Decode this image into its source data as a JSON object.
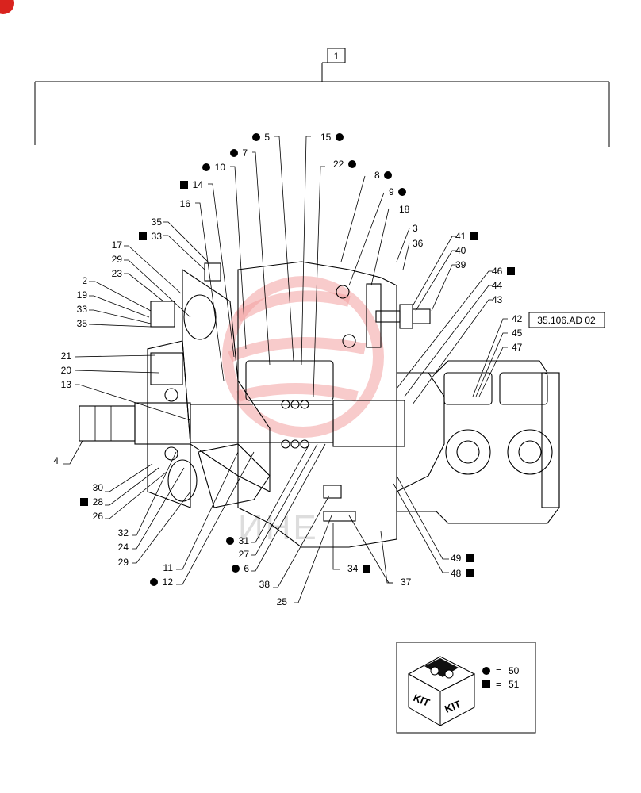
{
  "assembly_ref": "1",
  "cross_ref": "35.106.AD 02",
  "watermark_text": "ИНЕ",
  "callouts": [
    {
      "id": "5",
      "marker": "dot"
    },
    {
      "id": "15",
      "marker": "dot"
    },
    {
      "id": "7",
      "marker": "dot"
    },
    {
      "id": "10",
      "marker": "dot"
    },
    {
      "id": "22",
      "marker": "dot"
    },
    {
      "id": "14",
      "marker": "square"
    },
    {
      "id": "8",
      "marker": "dot"
    },
    {
      "id": "16",
      "marker": ""
    },
    {
      "id": "9",
      "marker": "dot"
    },
    {
      "id": "18",
      "marker": ""
    },
    {
      "id": "35",
      "marker": ""
    },
    {
      "id": "3",
      "marker": ""
    },
    {
      "id": "33",
      "marker": "square"
    },
    {
      "id": "36",
      "marker": ""
    },
    {
      "id": "41",
      "marker": "square"
    },
    {
      "id": "17",
      "marker": ""
    },
    {
      "id": "40",
      "marker": ""
    },
    {
      "id": "29",
      "marker": ""
    },
    {
      "id": "39",
      "marker": ""
    },
    {
      "id": "2",
      "marker": ""
    },
    {
      "id": "23",
      "marker": ""
    },
    {
      "id": "46",
      "marker": "square"
    },
    {
      "id": "44",
      "marker": ""
    },
    {
      "id": "19",
      "marker": ""
    },
    {
      "id": "43",
      "marker": ""
    },
    {
      "id": "33",
      "marker": ""
    },
    {
      "id": "35",
      "marker": ""
    },
    {
      "id": "42",
      "marker": ""
    },
    {
      "id": "45",
      "marker": ""
    },
    {
      "id": "47",
      "marker": ""
    },
    {
      "id": "21",
      "marker": ""
    },
    {
      "id": "20",
      "marker": ""
    },
    {
      "id": "13",
      "marker": ""
    },
    {
      "id": "4",
      "marker": ""
    },
    {
      "id": "30",
      "marker": ""
    },
    {
      "id": "28",
      "marker": "square"
    },
    {
      "id": "26",
      "marker": ""
    },
    {
      "id": "32",
      "marker": ""
    },
    {
      "id": "24",
      "marker": ""
    },
    {
      "id": "29",
      "marker": ""
    },
    {
      "id": "11",
      "marker": ""
    },
    {
      "id": "12",
      "marker": "dot"
    },
    {
      "id": "31",
      "marker": "dot"
    },
    {
      "id": "27",
      "marker": ""
    },
    {
      "id": "6",
      "marker": "dot"
    },
    {
      "id": "38",
      "marker": ""
    },
    {
      "id": "25",
      "marker": ""
    },
    {
      "id": "34",
      "marker": "square"
    },
    {
      "id": "37",
      "marker": ""
    },
    {
      "id": "49",
      "marker": "square"
    },
    {
      "id": "48",
      "marker": "square"
    }
  ],
  "kit_legend": {
    "kit_label": "KIT",
    "entries": [
      {
        "marker": "dot",
        "eq": "=",
        "value": "50"
      },
      {
        "marker": "square",
        "eq": "=",
        "value": "51"
      }
    ]
  }
}
